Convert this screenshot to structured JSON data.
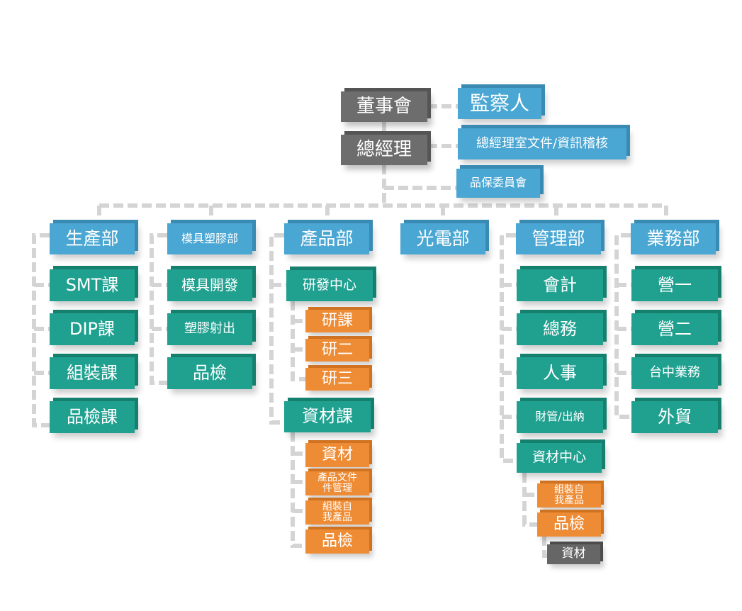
{
  "top": {
    "board": "董事會",
    "gm": "總經理"
  },
  "staff": {
    "supervisor": "監察人",
    "gm_office": "總經理室文件/資訊稽核",
    "qa_committee": "品保委員會"
  },
  "departments": [
    {
      "name": "生產部",
      "units": [
        "SMT課",
        "DIP課",
        "組裝課",
        "品檢課"
      ]
    },
    {
      "name": "模具塑膠部",
      "units": [
        "模具開發",
        "塑膠射出",
        "品檢"
      ]
    },
    {
      "name": "產品部",
      "rd_center": "研發中心",
      "rd_units": [
        "研課",
        "研二",
        "研三"
      ],
      "materials_section": "資材課",
      "materials_units": [
        "資材",
        "產品文件\n件管理",
        "組裝自\n我產品",
        "品檢"
      ]
    },
    {
      "name": "光電部"
    },
    {
      "name": "管理部",
      "units": [
        "會計",
        "總務",
        "人事",
        "財管/出納"
      ],
      "materials_center": "資材中心",
      "center_units": [
        "組裝自\n我產品",
        "品檢"
      ],
      "sub_unit": "資材"
    },
    {
      "name": "業務部",
      "units": [
        "營一",
        "營二",
        "台中業務",
        "外貿"
      ]
    }
  ],
  "colors": {
    "executive": "#6d6d6d",
    "department": "#4aa6d2",
    "section": "#20a190",
    "unit": "#ee8c35",
    "connector": "#d4d4d4"
  }
}
